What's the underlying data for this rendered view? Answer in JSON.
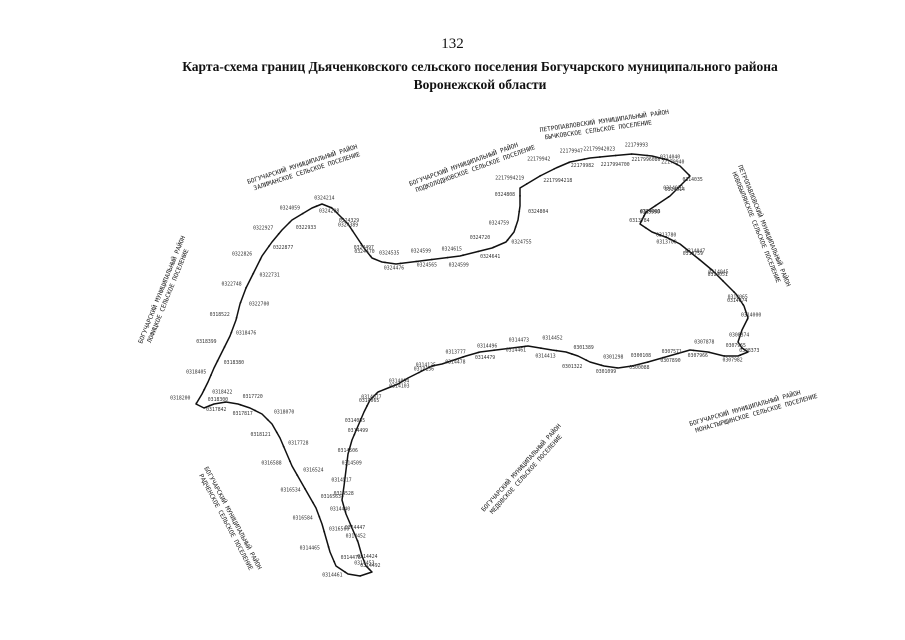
{
  "page_number": "132",
  "title": {
    "line1": "Карта-схема границ Дьяченковского сельского поселения Богучарского муниципального района",
    "line2": "Воронежской области"
  },
  "neighbors": [
    {
      "line1": "ПЕТРОПАВЛОВСКИЙ МУНИЦИПАЛЬНЫЙ РАЙОН",
      "line2": "БЫЧКОВСКОЕ СЕЛЬСКОЕ ПОСЕЛЕНИЕ"
    },
    {
      "line1": "БОГУЧАРСКИЙ МУНИЦИПАЛЬНЫЙ РАЙОН",
      "line2": "ЗАЛИМАНСКОЕ СЕЛЬСКОЕ ПОСЕЛЕНИЕ"
    },
    {
      "line1": "БОГУЧАРСКИЙ МУНИЦИПАЛЬНЫЙ РАЙОН",
      "line2": "ПОДКОЛОДНОВСКОЕ СЕЛЬСКОЕ ПОСЕЛЕНИЕ"
    },
    {
      "line1": "ПЕТРОПАВЛОВСКИЙ МУНИЦИПАЛЬНЫЙ РАЙОН",
      "line2": "НОВОБЫЛЯНСКОЕ СЕЛЬСКОЕ ПОСЕЛЕНИЕ"
    },
    {
      "line1": "БОГУЧАРСКИЙ МУНИЦИПАЛЬНЫЙ РАЙОН",
      "line2": "ЛОФИЦКОЕ СЕЛЬСКОЕ ПОСЕЛЕНИЕ"
    },
    {
      "line1": "БОГУЧАРСКИЙ МУНИЦИПАЛЬНЫЙ РАЙОН",
      "line2": "МОНАСТЫРЩИНСКОЕ СЕЛЬСКОЕ ПОСЕЛЕНИЕ"
    },
    {
      "line1": "БОГУЧАРСКИЙ МУНИЦИПАЛЬНЫЙ РАЙОН",
      "line2": "РАДЧЕНСКОЕ СЕЛЬСКОЕ ПОСЕЛЕНИЕ"
    },
    {
      "line1": "БОГУЧАРСКИЙ МУНИЦИПАЛЬНЫЙ РАЙОН",
      "line2": "МЕДОВСКОЕ СЕЛЬСКОЕ ПОСЕЛЕНИЕ"
    }
  ],
  "point_labels": [
    "2217994219",
    "2217994218",
    "22179942",
    "22179982",
    "22179947",
    "2217994700",
    "22179942023",
    "2217996086",
    "22179993",
    "22179940",
    "0314040",
    "0314035",
    "0314023",
    "0314014",
    "0314003",
    "0313990",
    "0313784",
    "0313700",
    "0313780",
    "0313759",
    "0314047",
    "0314045",
    "0314051",
    "0314065",
    "0314074",
    "0314000",
    "0308374",
    "0308373",
    "0307982",
    "0307965",
    "0307966",
    "0307878",
    "0307890",
    "0307571",
    "0300088",
    "0300108",
    "0301099",
    "0301298",
    "0301322",
    "0301389",
    "0314413",
    "0314452",
    "0314461",
    "0314473",
    "0314479",
    "0314496",
    "0314478",
    "0313777",
    "0314136",
    "0314125",
    "0314103",
    "0314094",
    "0314077",
    "0314065",
    "0314055",
    "0314499",
    "0314506",
    "0314509",
    "0314517",
    "0314528",
    "0314440",
    "0314447",
    "0314452",
    "0314424",
    "0314453",
    "0314492",
    "0314461",
    "0314478",
    "0314465",
    "0316560",
    "0316584",
    "0316563",
    "0316534",
    "0316524",
    "0316588",
    "0317728",
    "0318121",
    "0318070",
    "0317817",
    "0317720",
    "0317842",
    "0318300",
    "0318200",
    "0318422",
    "0318405",
    "0318380",
    "0318399",
    "0318476",
    "0318522",
    "0322700",
    "0322748",
    "0322731",
    "0322826",
    "0322877",
    "0322927",
    "0322933",
    "0324059",
    "0324208",
    "0324214",
    "0324329",
    "0324389",
    "0324497",
    "0324470",
    "0324476",
    "0324535",
    "0324565",
    "0324599",
    "0324599",
    "0324615",
    "0324641",
    "0324720",
    "0324755",
    "0324759",
    "0324804",
    "0324808"
  ]
}
